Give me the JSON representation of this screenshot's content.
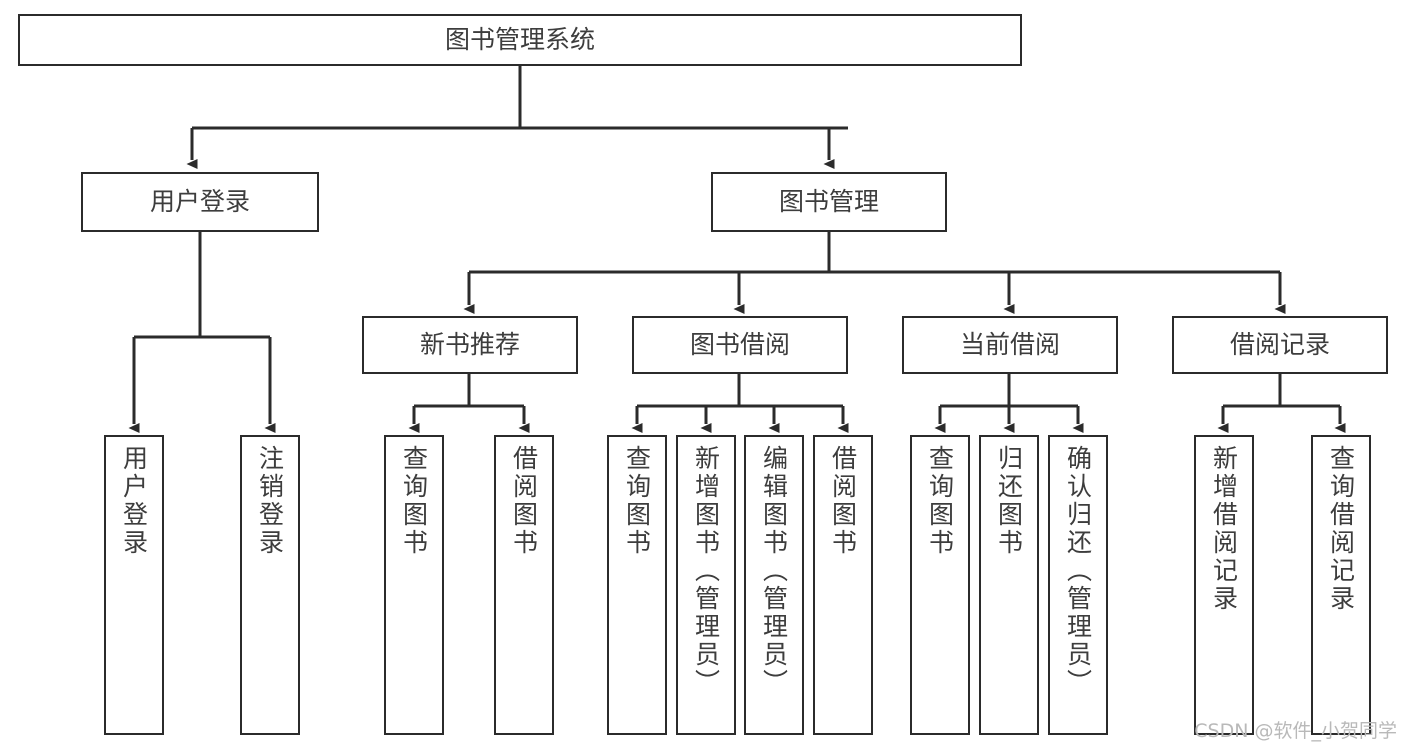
{
  "diagram": {
    "type": "tree",
    "title": "图书管理系统",
    "watermark": "CSDN @软件_小贺同学",
    "colors": {
      "background": "#ffffff",
      "box_border": "#2b2b2b",
      "box_fill": "#ffffff",
      "text": "#3d3d3d",
      "edge": "#2b2b2b",
      "watermark": "#b9b9b9"
    },
    "nodes": {
      "root": {
        "label": "图书管理系统"
      },
      "level2": [
        {
          "id": "user-login",
          "label": "用户登录"
        },
        {
          "id": "book-manage",
          "label": "图书管理"
        }
      ],
      "level3": [
        {
          "id": "new-book-recommend",
          "label": "新书推荐"
        },
        {
          "id": "book-borrow",
          "label": "图书借阅"
        },
        {
          "id": "current-borrow",
          "label": "当前借阅"
        },
        {
          "id": "borrow-record",
          "label": "借阅记录"
        }
      ],
      "leaves": {
        "user_login": [
          {
            "id": "leaf-user-login",
            "label": "用户登录"
          },
          {
            "id": "leaf-logout-login",
            "label": "注销登录"
          }
        ],
        "new_book_recommend": [
          {
            "id": "leaf-query-book-1",
            "label": "查询图书"
          },
          {
            "id": "leaf-borrow-book-1",
            "label": "借阅图书"
          }
        ],
        "book_borrow": [
          {
            "id": "leaf-query-book-2",
            "label": "查询图书"
          },
          {
            "id": "leaf-add-book",
            "label": "新增图书（管理员）"
          },
          {
            "id": "leaf-edit-book",
            "label": "编辑图书（管理员）"
          },
          {
            "id": "leaf-borrow-book-2",
            "label": "借阅图书"
          }
        ],
        "current_borrow": [
          {
            "id": "leaf-query-book-3",
            "label": "查询图书"
          },
          {
            "id": "leaf-return-book",
            "label": "归还图书"
          },
          {
            "id": "leaf-confirm-return",
            "label": "确认归还（管理员）"
          }
        ],
        "borrow_record": [
          {
            "id": "leaf-add-record",
            "label": "新增借阅记录"
          },
          {
            "id": "leaf-query-record",
            "label": "查询借阅记录"
          }
        ]
      }
    }
  }
}
